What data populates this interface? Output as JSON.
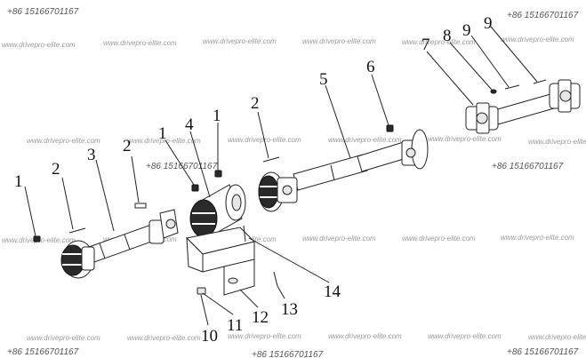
{
  "phones": [
    {
      "id": "tl",
      "text": "+86 15166701167"
    },
    {
      "id": "tr",
      "text": "+86 15166701167"
    },
    {
      "id": "mid",
      "text": "+86 15166701167"
    },
    {
      "id": "right",
      "text": "+86 15166701167"
    },
    {
      "id": "bl",
      "text": "+86 15166701167"
    },
    {
      "id": "bc",
      "text": "+86 15166701167"
    },
    {
      "id": "br",
      "text": "+86 15166701167"
    }
  ],
  "watermarks": [
    "www.drivepro-elite.com",
    "www.drivepro-elite.com",
    "www.drivepro-elite.com",
    "www.drivepro-elite.com",
    "www.drivepro-elite.com",
    "www.drivepro-elite.com",
    "www.drivepro-elite.com",
    "www.drivepro-elite.com",
    "www.drivepro-elite.com",
    "www.drivepro-elite.com",
    "www.drivepro-elite.com",
    "www.drivepro-elite.com",
    "www.drivepro-elite.com",
    "www.drivepro-elite.com",
    "www.drivepro-elite.com",
    "www.drivepro-elite.com",
    "www.drivepro-elite.com",
    "www.drivepro-elite.com",
    "www.drivepro-elite.com",
    "www.drivepro-elite.com",
    "www.drivepro-elite.com",
    "www.drivepro-elite.com",
    "www.drivepro-elite.com",
    "www.drivepro-elite.com"
  ],
  "callouts": [
    "1",
    "2",
    "3",
    "2",
    "1",
    "4",
    "1",
    "2",
    "5",
    "6",
    "7",
    "8",
    "9",
    "9",
    "10",
    "11",
    "12",
    "13",
    "14"
  ]
}
